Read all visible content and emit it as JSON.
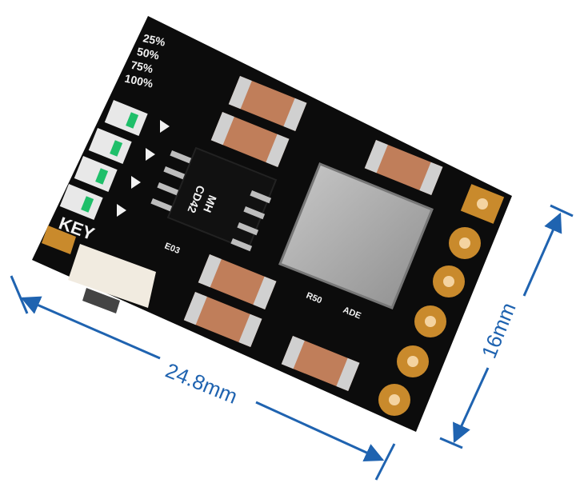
{
  "dimensions": {
    "length_label": "24.8mm",
    "width_label": "16mm",
    "arrow_color": "#1f63b0"
  },
  "board": {
    "battery_levels": [
      "25%",
      "50%",
      "75%",
      "100%"
    ],
    "key_label": "KEY",
    "ic_marking_line1": "MH",
    "ic_marking_line2": "CD42",
    "resistor_marking_1": "R50",
    "resistor_marking_2": "ADE",
    "small_marking": "E03",
    "colors": {
      "pcb": "#0c0c0c",
      "gold_pad": "#c98a2c",
      "inductor": "#a9a9a9",
      "capacitor": "#c07e5a",
      "silkscreen": "#f2f2f2",
      "led_green": "#1fbf6a"
    }
  }
}
